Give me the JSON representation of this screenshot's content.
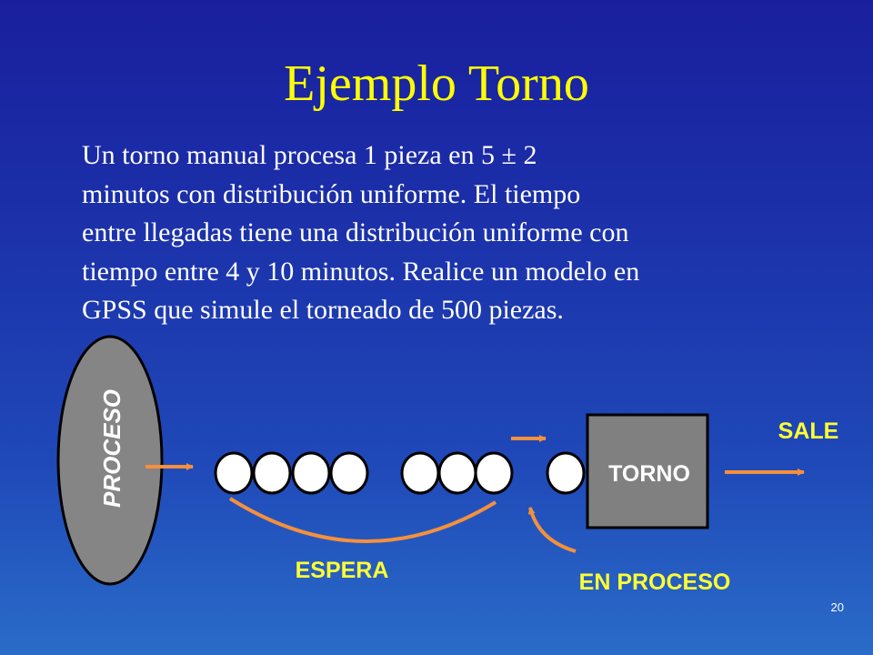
{
  "slide": {
    "title": "Ejemplo Torno",
    "body_lines": [
      "Un torno manual procesa 1 pieza en 5 ± 2",
      "minutos con distribución uniforme. El tiempo",
      "entre llegadas tiene una distribución uniforme con",
      "tiempo entre 4 y 10 minutos. Realice un modelo en",
      "GPSS que simule el torneado de 500 piezas."
    ],
    "page_number": "20"
  },
  "diagram": {
    "source_label": "PROCESO",
    "machine_label": "TORNO",
    "exit_label": "SALE",
    "waiting_label": "ESPERA",
    "in_process_label": "EN PROCESO",
    "queue_group_1_count": 4,
    "queue_group_2_count": 3,
    "in_process_count": 1
  },
  "colors": {
    "title": "#ffff00",
    "text": "#ffffff",
    "arrow": "#f5903c",
    "label": "#ffff33",
    "machine_fill": "#808080",
    "source_fill": "#858585"
  }
}
